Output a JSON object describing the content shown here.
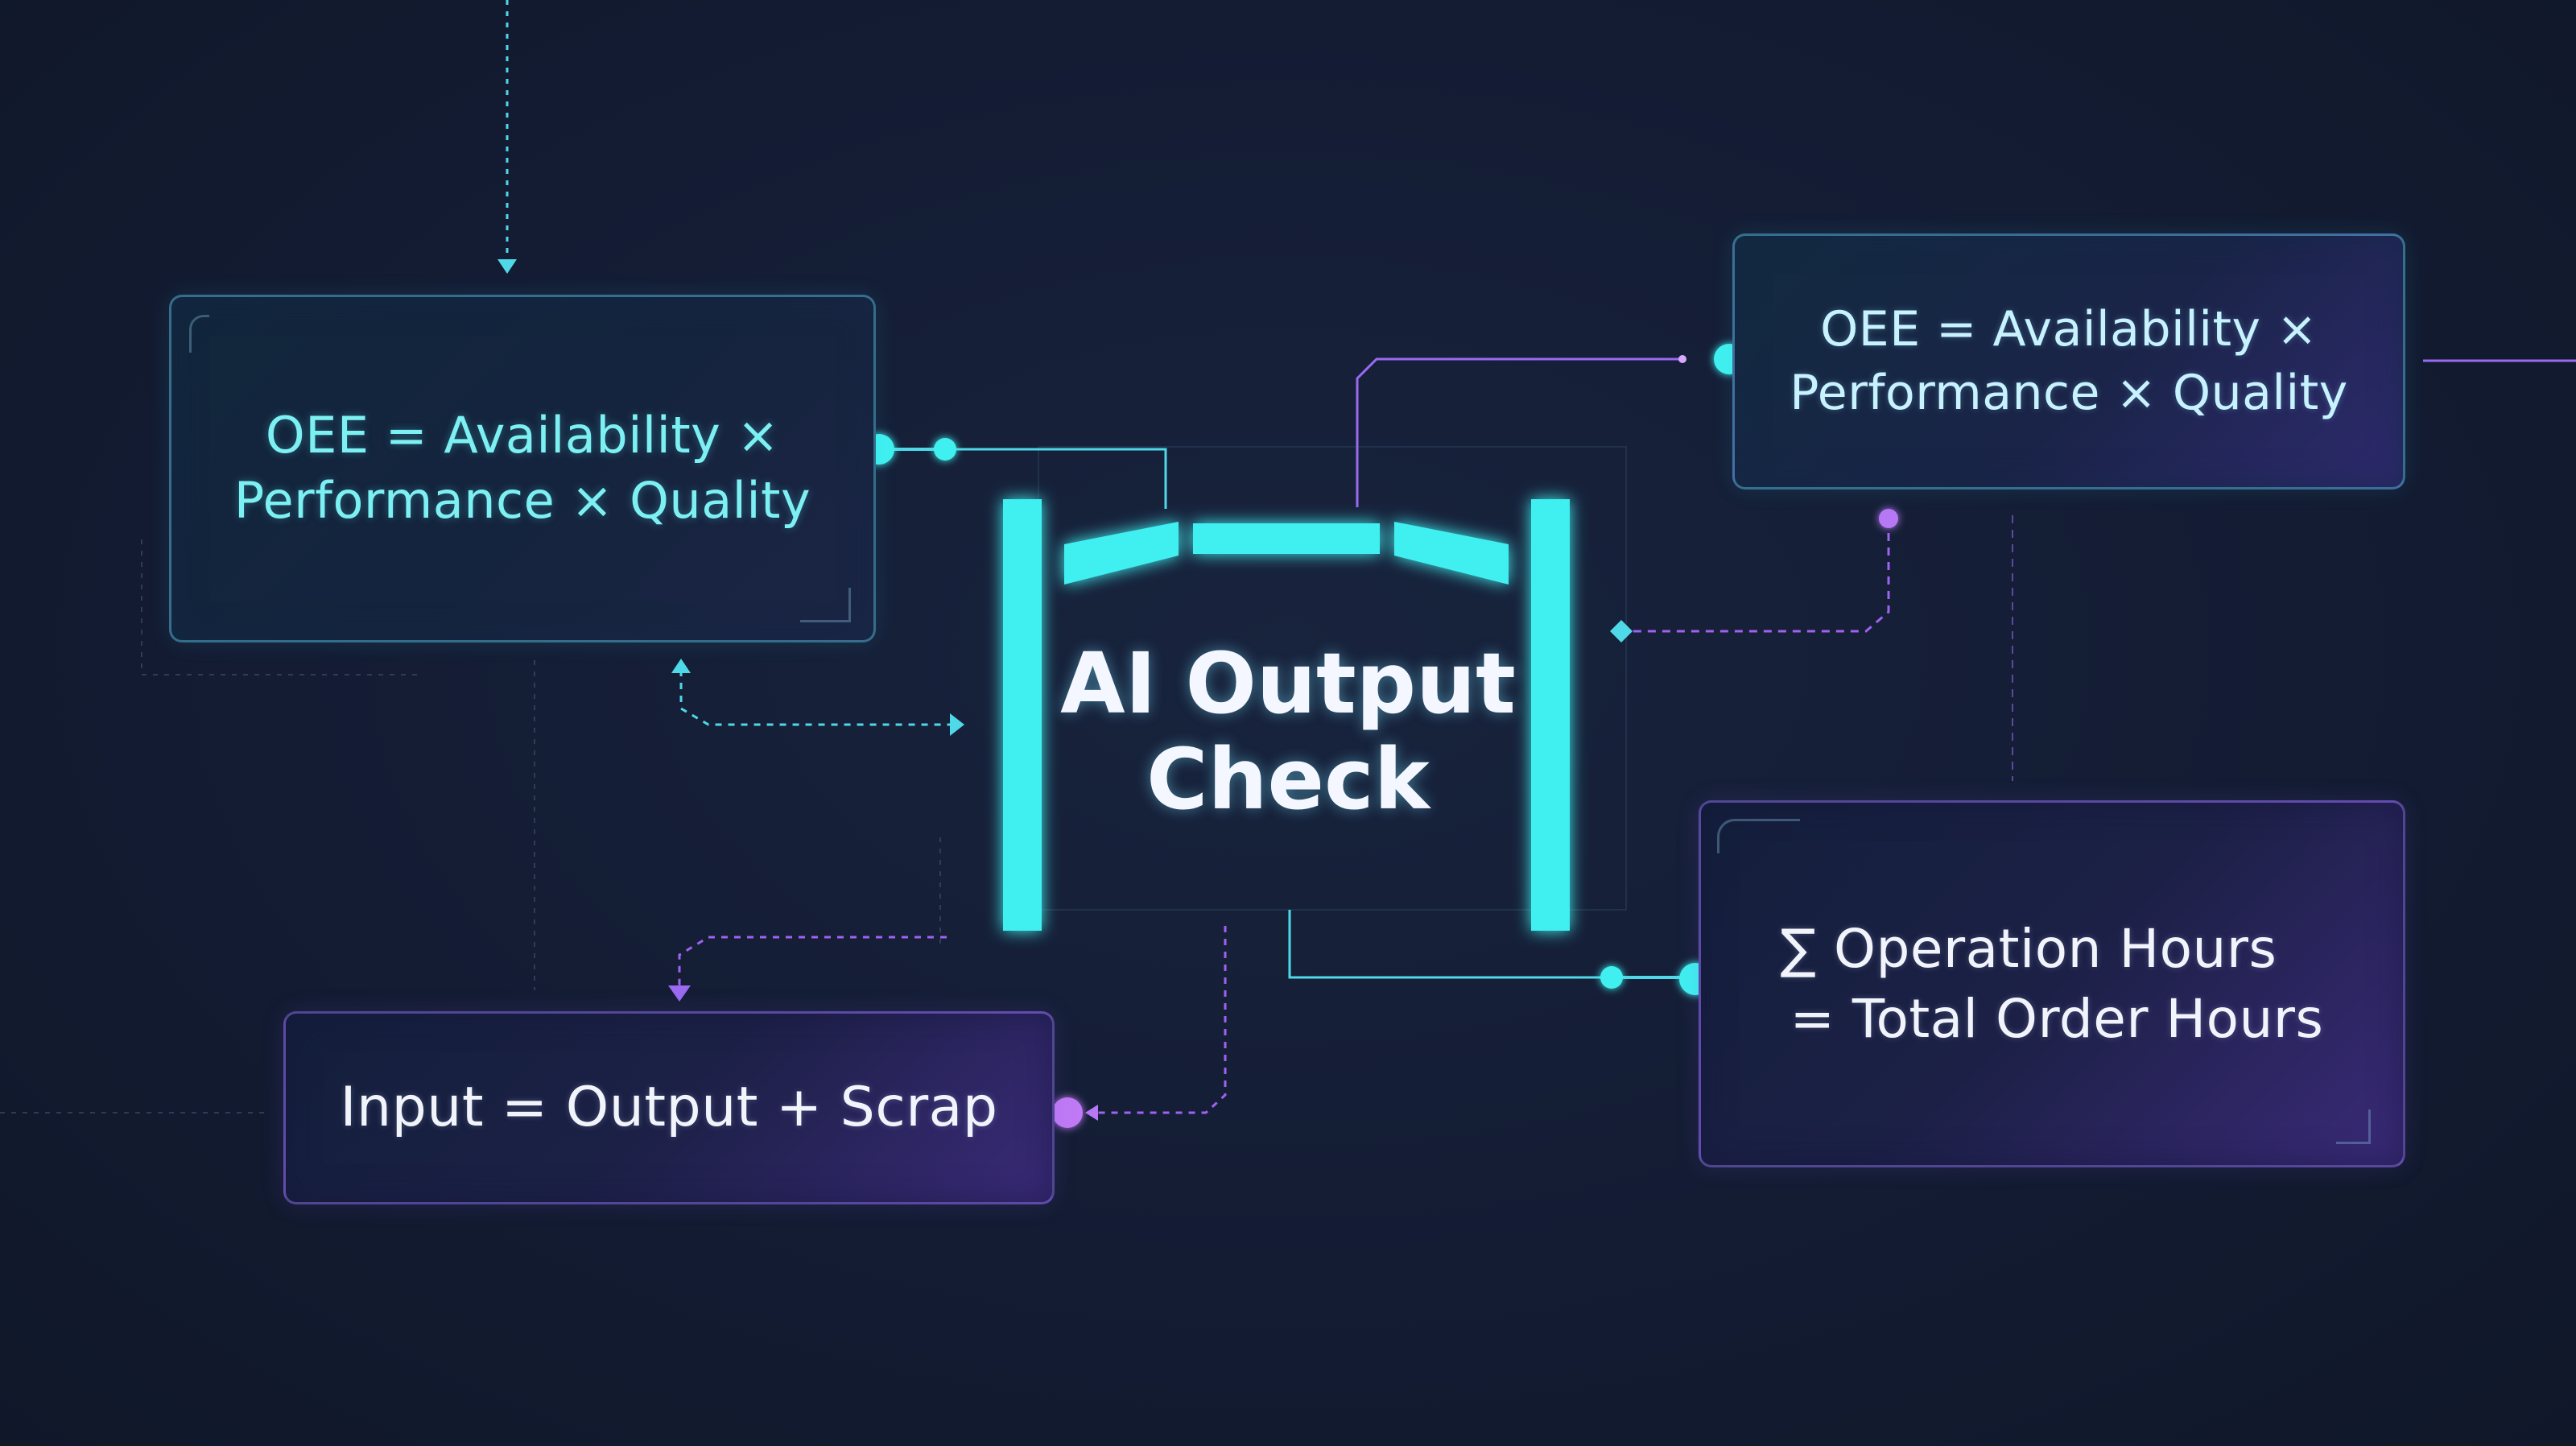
{
  "diagram": {
    "center": {
      "title_line1": "AI Output",
      "title_line2": "Check"
    },
    "cards": {
      "top_left": {
        "line1": "OEE = Availability ×",
        "line2": "Performance × Quality"
      },
      "top_right": {
        "line1": "OEE = Availability ×",
        "line2": "Performance × Quality"
      },
      "bottom_left": {
        "line1": "Input = Output + Scrap"
      },
      "bottom_right": {
        "line1": "∑ Operation Hours",
        "line2": "= Total Order Hours"
      }
    },
    "colors": {
      "background": "#131c33",
      "accent_cyan": "#3ff0f0",
      "accent_violet": "#a062f0",
      "text_cyan": "#7cf0f2",
      "text_white": "#f2f4fb"
    }
  }
}
